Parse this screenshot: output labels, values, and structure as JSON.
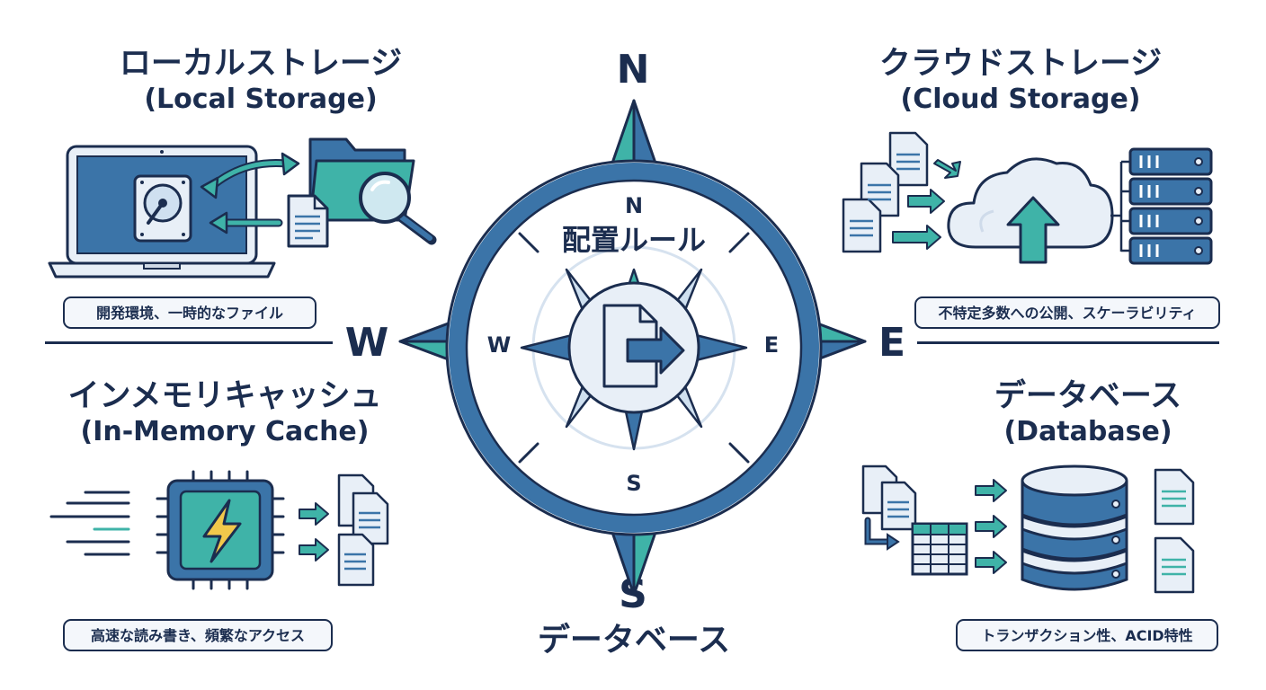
{
  "quadrants": {
    "local": {
      "title_ja": "ローカルストレージ",
      "title_en": "(Local Storage)",
      "caption": "開発環境、一時的なファイル"
    },
    "cloud": {
      "title_ja": "クラウドストレージ",
      "title_en": "(Cloud Storage)",
      "caption": "不特定多数への公開、スケーラビリティ"
    },
    "memory": {
      "title_ja": "インメモリキャッシュ",
      "title_en": "(In-Memory Cache)",
      "caption": "高速な読み書き、頻繁なアクセス"
    },
    "database": {
      "title_ja": "データベース",
      "title_en": "(Database)",
      "caption": "トランザクション性、ACID特性"
    }
  },
  "compass": {
    "outer": {
      "n": "N",
      "s": "S",
      "w": "W",
      "e": "E"
    },
    "inner": {
      "n": "N",
      "s": "S",
      "w": "W",
      "e": "E"
    },
    "center_label": "配置ルール",
    "bottom_label": "データベース"
  },
  "colors": {
    "navy": "#1b2d4f",
    "blue": "#3b74a8",
    "teal": "#3fb3a8",
    "light": "#e8eff7"
  }
}
